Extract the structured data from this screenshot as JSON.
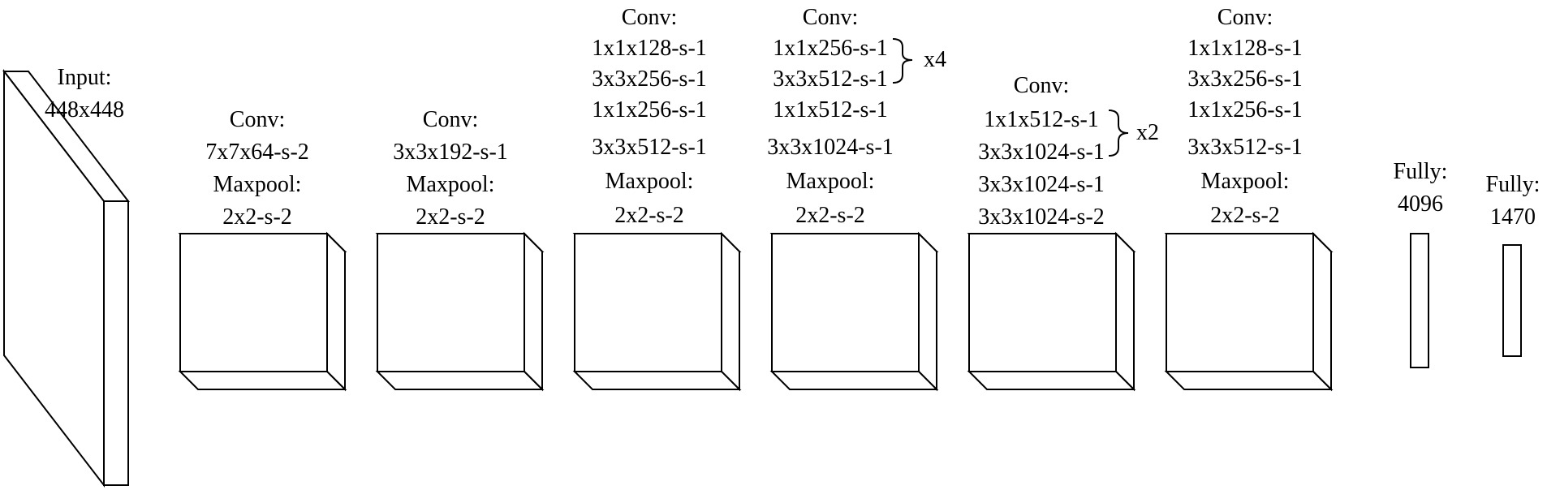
{
  "input": {
    "title": "Input:",
    "size": "448x448"
  },
  "layer1": {
    "l1": "Conv:",
    "l2": "7x7x64-s-2",
    "l3": "Maxpool:",
    "l4": "2x2-s-2"
  },
  "layer2": {
    "l1": "Conv:",
    "l2": "3x3x192-s-1",
    "l3": "Maxpool:",
    "l4": "2x2-s-2"
  },
  "layer3": {
    "l1": "Conv:",
    "l2": "1x1x128-s-1",
    "l3": "3x3x256-s-1",
    "l4": "1x1x256-s-1",
    "l5": "3x3x512-s-1",
    "l6": "Maxpool:",
    "l7": "2x2-s-2"
  },
  "layer4": {
    "l1": "Conv:",
    "l2": "1x1x256-s-1",
    "l3": "3x3x512-s-1",
    "repeat": "x4",
    "l4": "1x1x512-s-1",
    "l5": "3x3x1024-s-1",
    "l6": "Maxpool:",
    "l7": "2x2-s-2"
  },
  "layer5": {
    "l1": "Conv:",
    "l2": "1x1x512-s-1",
    "l3": "3x3x1024-s-1",
    "repeat": "x2",
    "l4": "3x3x1024-s-1",
    "l5": "3x3x1024-s-2"
  },
  "layer6": {
    "l1": "Conv:",
    "l2": "1x1x128-s-1",
    "l3": "3x3x256-s-1",
    "l4": "1x1x256-s-1",
    "l5": "3x3x512-s-1",
    "l6": "Maxpool:",
    "l7": "2x2-s-2"
  },
  "fc1": {
    "title": "Fully:",
    "size": "4096"
  },
  "fc2": {
    "title": "Fully:",
    "size": "1470"
  }
}
